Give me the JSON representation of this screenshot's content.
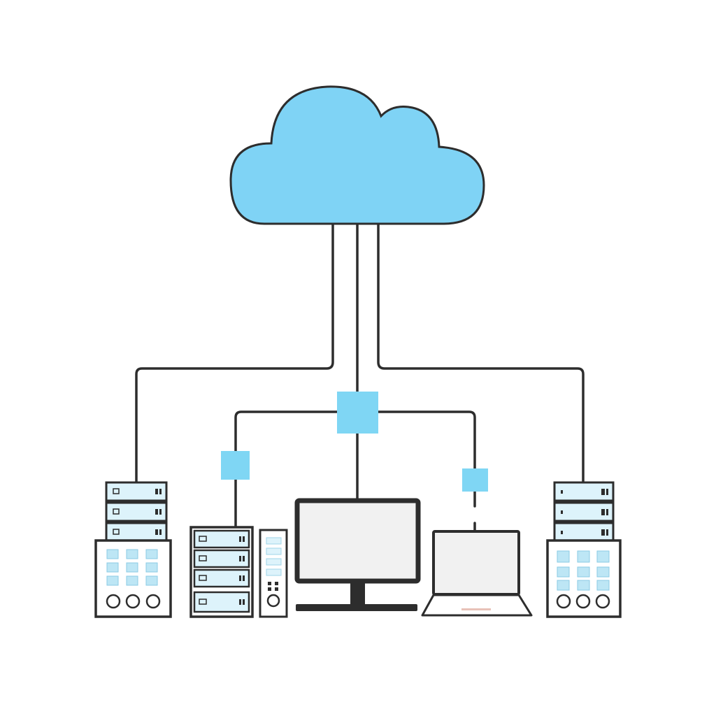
{
  "diagram": {
    "type": "cloud-network-topology",
    "colors": {
      "background": "#ffffff",
      "cloud_fill": "#7fd3f5",
      "node_fill": "#7fd6f4",
      "stroke": "#2d2d2d",
      "device_fill": "#ddf3fb",
      "screen_fill": "#f1f1f1"
    },
    "nodes": [
      {
        "id": "cloud",
        "kind": "cloud",
        "icon": "cloud-icon"
      },
      {
        "id": "central-switch",
        "kind": "switch",
        "icon": "square-node-icon"
      },
      {
        "id": "left-switch",
        "kind": "switch",
        "icon": "square-node-icon"
      },
      {
        "id": "right-switch",
        "kind": "switch",
        "icon": "square-node-icon"
      },
      {
        "id": "left-server-rack",
        "kind": "server-rack",
        "icon": "server-rack-icon"
      },
      {
        "id": "server-stack",
        "kind": "server-stack",
        "icon": "server-stack-icon"
      },
      {
        "id": "tower-pc",
        "kind": "tower",
        "icon": "tower-pc-icon"
      },
      {
        "id": "desktop-monitor",
        "kind": "monitor",
        "icon": "monitor-icon"
      },
      {
        "id": "laptop",
        "kind": "laptop",
        "icon": "laptop-icon"
      },
      {
        "id": "right-server-rack",
        "kind": "server-rack",
        "icon": "server-rack-icon"
      }
    ],
    "edges": [
      {
        "from": "cloud",
        "to": "left-server-rack",
        "style": "solid"
      },
      {
        "from": "cloud",
        "to": "central-switch",
        "style": "solid"
      },
      {
        "from": "cloud",
        "to": "right-server-rack",
        "style": "solid"
      },
      {
        "from": "central-switch",
        "to": "left-switch",
        "style": "solid"
      },
      {
        "from": "central-switch",
        "to": "desktop-monitor",
        "style": "solid"
      },
      {
        "from": "central-switch",
        "to": "right-switch",
        "style": "solid"
      },
      {
        "from": "left-switch",
        "to": "server-stack",
        "style": "solid"
      },
      {
        "from": "right-switch",
        "to": "laptop",
        "style": "dashed"
      }
    ]
  }
}
